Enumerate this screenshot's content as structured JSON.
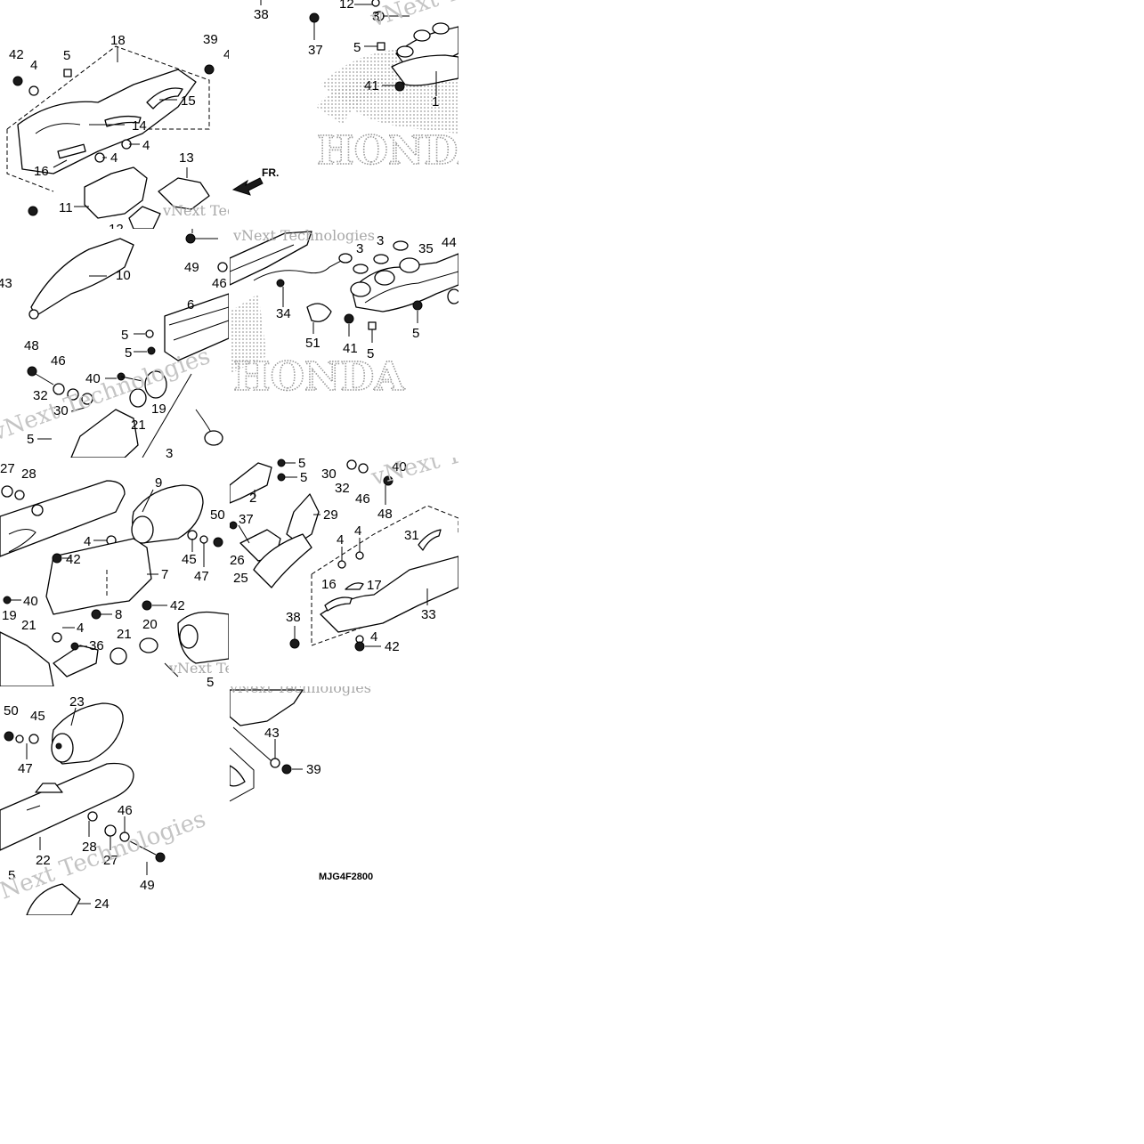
{
  "diagram": {
    "code": "MJG4F2800",
    "brand": "HONDA",
    "fr_label": "FR.",
    "watermark": "vNext Technologies",
    "callouts": {
      "a1": "38",
      "a2": "12",
      "a3": "3",
      "a4": "37",
      "a5": "5",
      "a6": "41",
      "a7": "1",
      "b1": "42",
      "b2": "4",
      "b3": "5",
      "b4": "18",
      "b5": "39",
      "b6": "4",
      "b7": "15",
      "b8": "14",
      "b9": "4",
      "b10": "4",
      "b11": "16",
      "b12": "13",
      "b13": "11",
      "b14": "12",
      "c1": "3",
      "c2": "49",
      "c3": "46",
      "c4": "43",
      "c5": "10",
      "c6": "6",
      "c7": "5",
      "c8": "5",
      "c9": "48",
      "c10": "46",
      "c11": "32",
      "c12": "40",
      "c13": "30",
      "c14": "19",
      "c15": "21",
      "c16": "5",
      "c17": "3",
      "d1": "3",
      "d2": "3",
      "d3": "35",
      "d4": "44",
      "d5": "34",
      "d6": "51",
      "d7": "41",
      "d8": "5",
      "d9": "5",
      "e1": "27",
      "e2": "28",
      "e3": "9",
      "e4": "4",
      "e5": "42",
      "e6": "50",
      "e7": "45",
      "e8": "47",
      "e9": "7",
      "e10": "40",
      "e11": "19",
      "e12": "21",
      "e13": "8",
      "e14": "42",
      "e15": "20",
      "e16": "4",
      "e17": "36",
      "e18": "21",
      "e19": "5",
      "f1": "5",
      "f2": "5",
      "f3": "2",
      "f4": "30",
      "f5": "32",
      "f6": "46",
      "f7": "40",
      "f8": "48",
      "f9": "37",
      "f10": "29",
      "f11": "26",
      "f12": "25",
      "f13": "4",
      "f14": "4",
      "f15": "31",
      "f16": "16",
      "f17": "17",
      "f18": "33",
      "f19": "38",
      "f20": "4",
      "f21": "42",
      "g1": "50",
      "g2": "45",
      "g3": "23",
      "g4": "47",
      "g5": "28",
      "g6": "46",
      "g7": "27",
      "g8": "22",
      "g9": "49",
      "g10": "5",
      "g11": "24",
      "h1": "43",
      "h2": "39"
    }
  }
}
